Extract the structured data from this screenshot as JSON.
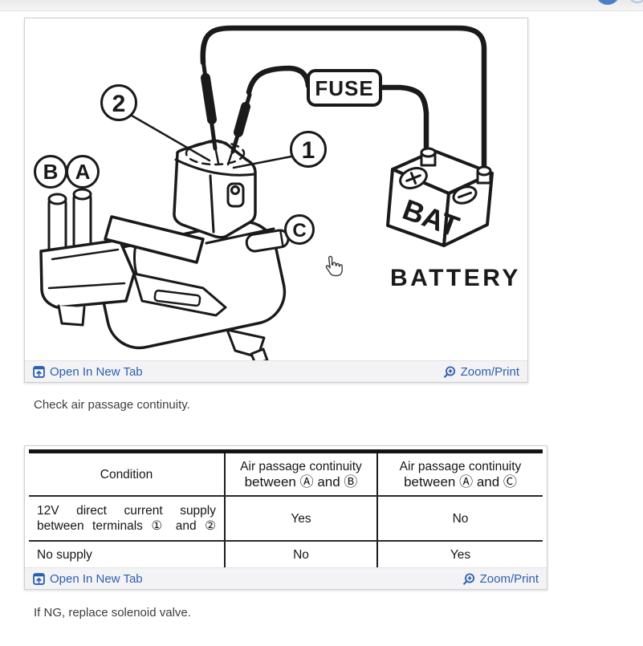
{
  "toolbar": {
    "open_in_new_tab": "Open In New Tab",
    "zoom_print": "Zoom/Print"
  },
  "caption_1": "Check air passage continuity.",
  "caption_2": "If NG, replace solenoid valve.",
  "diagram": {
    "callout_2": "2",
    "callout_1": "1",
    "port_b": "B",
    "port_a": "A",
    "port_c": "C",
    "fuse_label": "FUSE",
    "bat_label": "BAT",
    "battery_label": "BATTERY"
  },
  "table": {
    "header": {
      "col1": "Condition",
      "col2_line1": "Air passage continuity",
      "col2_line2": "between Ⓐ and Ⓑ",
      "col3_line1": "Air passage continuity",
      "col3_line2": "between Ⓐ and Ⓒ"
    },
    "rows": [
      {
        "cond_line1": "12V direct current supply",
        "cond_line2": "between terminals ① and ②",
        "ab": "Yes",
        "ac": "No"
      },
      {
        "cond_line1": "No supply",
        "cond_line2": "",
        "ab": "No",
        "ac": "Yes"
      }
    ]
  },
  "colors": {
    "link_blue": "#2e5fae",
    "body_text": "#3b3e42",
    "line_art": "#1a1a1a",
    "toolbar_bg": "#f3f3f5",
    "avatar_blue": "#4b80c4"
  }
}
